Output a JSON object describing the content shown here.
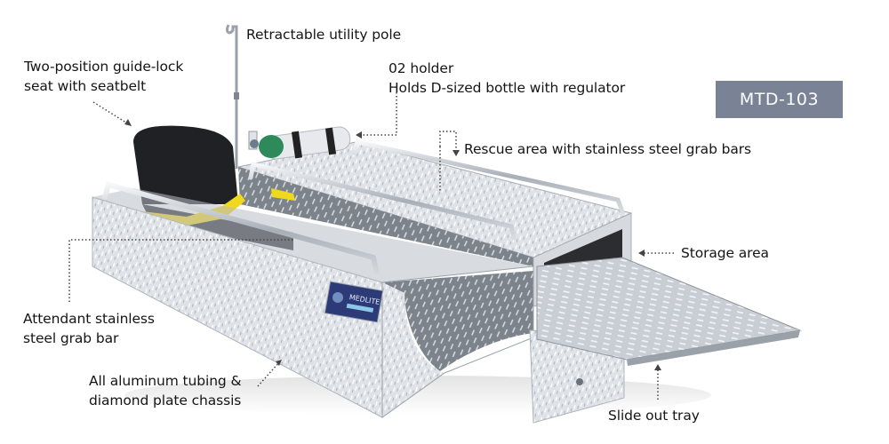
{
  "product": {
    "model": "MTD-103",
    "badge_color": "#7a8296",
    "brand_plate_text": "MEDLITE"
  },
  "callouts": {
    "utility_pole": "Retractable utility pole",
    "seat_line1": "Two-position guide-lock",
    "seat_line2": "seat with seatbelt",
    "o2_line1": "02 holder",
    "o2_line2": "Holds D-sized bottle with regulator",
    "rescue_area": "Rescue area with stainless steel grab bars",
    "storage_area": "Storage area",
    "attendant_line1": "Attendant stainless",
    "attendant_line2": "steel grab bar",
    "chassis_line1": "All aluminum tubing &",
    "chassis_line2": "diamond plate chassis",
    "slide_tray": "Slide out tray"
  },
  "colors": {
    "text": "#151515",
    "leader_line": "#444444",
    "aluminum_light": "#e6e9ed",
    "aluminum_mid": "#c3c8ce",
    "aluminum_dark": "#8d949c",
    "seat": "#1f2124",
    "seatbelt": "#f0d81e",
    "o2_bottle": "#2e8a5a"
  }
}
